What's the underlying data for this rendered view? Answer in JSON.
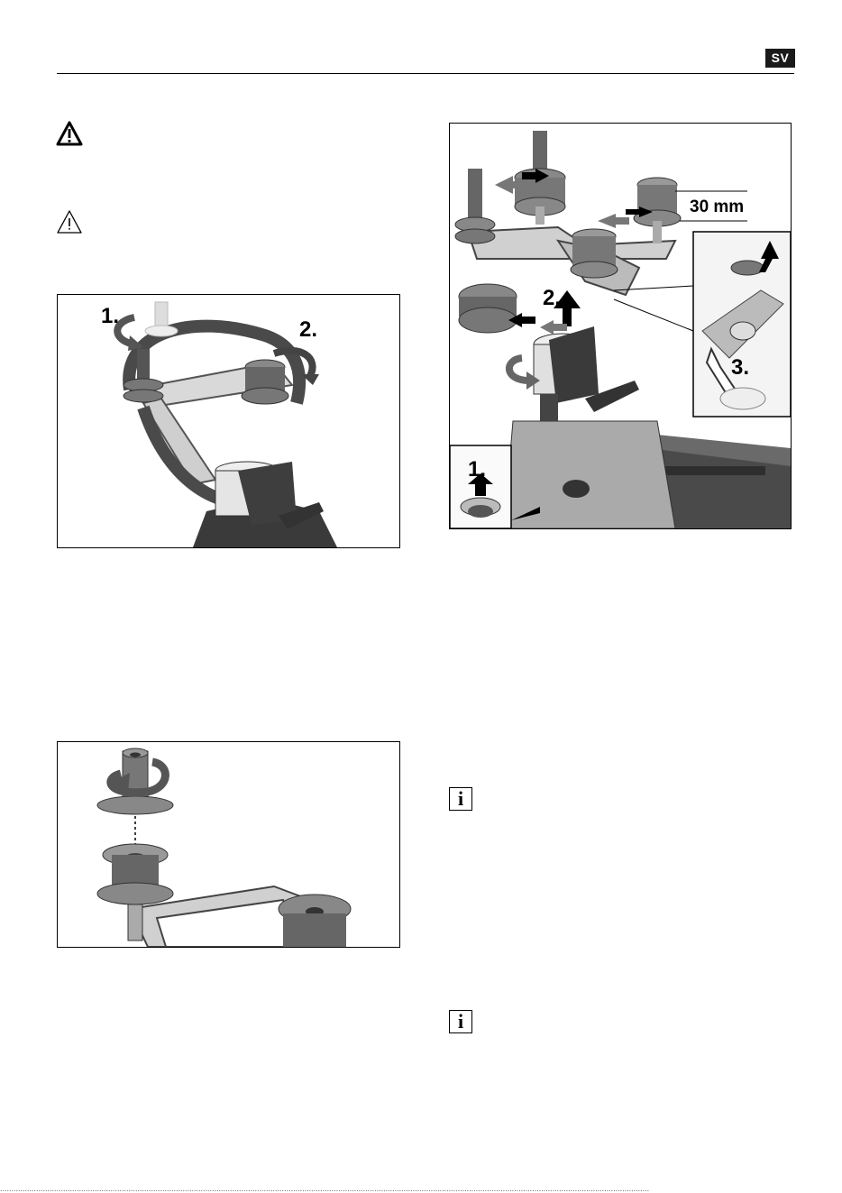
{
  "header": {
    "language_badge": "SV"
  },
  "figure_top_left": {
    "step1": "1.",
    "step2": "2."
  },
  "figure_right": {
    "step1": "1.",
    "step2": "2.",
    "step3": "3.",
    "dimension": "30 mm"
  },
  "icons": {
    "warning_solid": "warning-triangle-icon",
    "warning_outline": "caution-triangle-icon",
    "info": "i"
  },
  "footer": {
    "dots": "................................................................................................................................................................................................................................................................................................"
  }
}
